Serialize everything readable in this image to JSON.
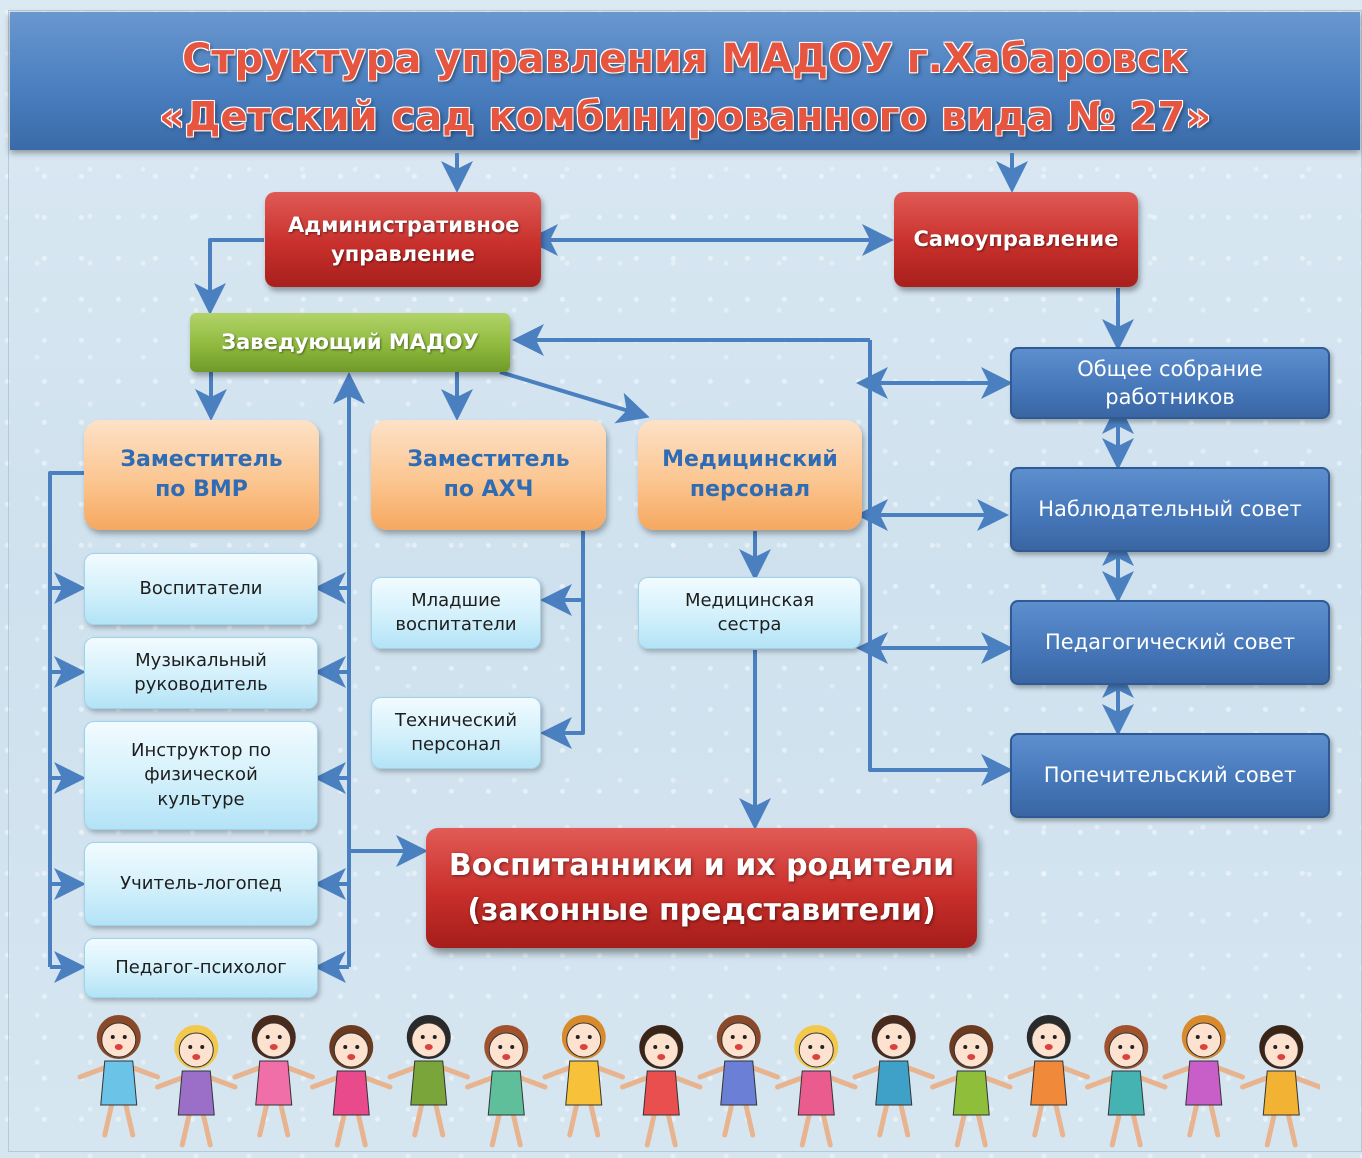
{
  "header": {
    "title_line1": "Структура управления МАДОУ г.Хабаровск",
    "title_line2": "«Детский сад комбинированного вида № 27»"
  },
  "top": {
    "admin": "Административное управление",
    "self": "Самоуправление"
  },
  "head": "Заведующий МАДОУ",
  "deputies": {
    "vmr": "Заместитель по ВМР",
    "ahch": "Заместитель по АХЧ",
    "med": "Медицинский персонал"
  },
  "vmr_staff": [
    "Воспитатели",
    "Музыкальный руководитель",
    "Инструктор по физической культуре",
    "Учитель-логопед",
    "Педагог-психолог"
  ],
  "ahch_staff": [
    "Младшие воспитатели",
    "Технический персонал"
  ],
  "med_staff": [
    "Медицинская сестра"
  ],
  "councils": [
    "Общее собрание работников",
    "Наблюдательный совет",
    "Педагогический совет",
    "Попечительский совет"
  ],
  "pupils": {
    "line1": "Воспитанники и их родители",
    "line2": "(законные представители)"
  },
  "colors": {
    "header": "#4a7fc0",
    "title": "#e6553f",
    "red_box": "#c8302c",
    "green_box": "#8fba3e",
    "orange_box": "#fbc691",
    "cyan_box": "#d2f0fb",
    "blue_box": "#4576b8",
    "arrow": "#4a7fc0"
  },
  "decoration": "children-holding-hands-illustration"
}
